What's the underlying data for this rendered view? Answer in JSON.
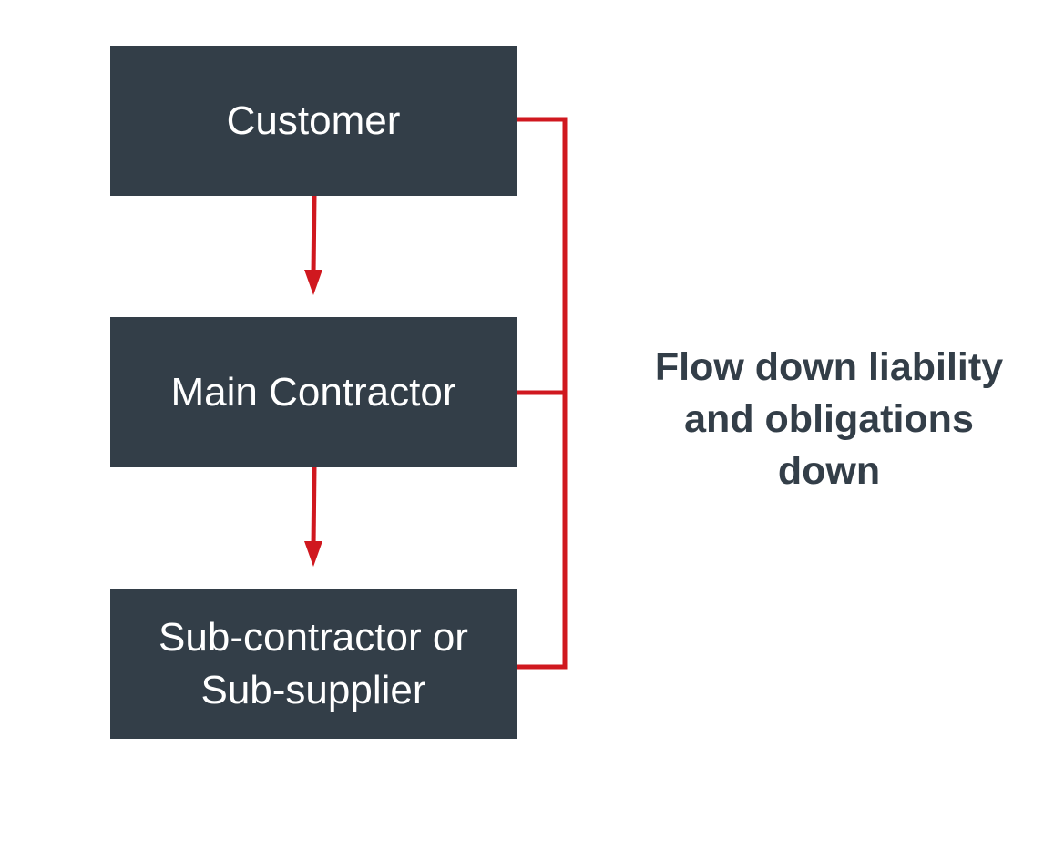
{
  "diagram": {
    "boxes": [
      {
        "lines": [
          "Customer"
        ]
      },
      {
        "lines": [
          "Main Contractor"
        ]
      },
      {
        "lines": [
          "Sub-contractor or",
          "Sub-supplier"
        ]
      }
    ],
    "caption_lines": [
      "Flow down liability",
      "and obligations",
      "down"
    ]
  },
  "colors": {
    "box_fill": "#333e48",
    "box_text": "#ffffff",
    "connector": "#d0181f",
    "caption_text": "#333e48"
  }
}
